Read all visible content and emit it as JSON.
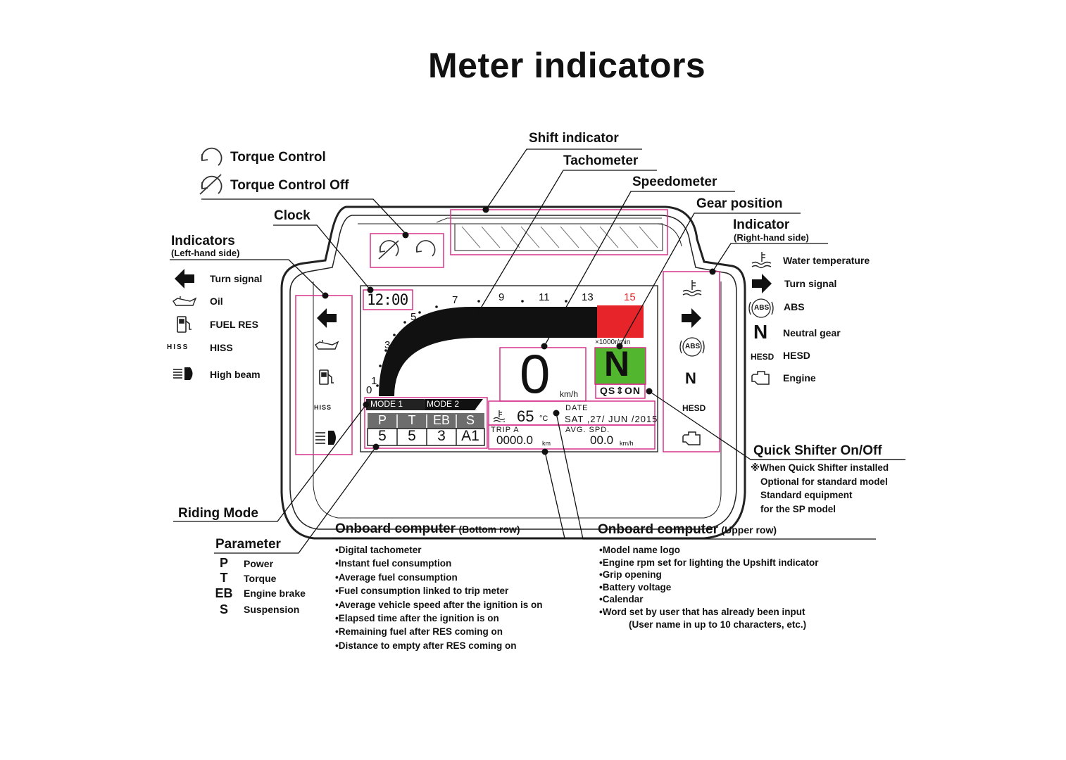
{
  "title": "Meter indicators",
  "labels": {
    "shift_indicator": "Shift indicator",
    "tachometer": "Tachometer",
    "speedometer": "Speedometer",
    "gear_position": "Gear position",
    "indicator_right": "Indicator",
    "indicator_right_sub": "(Right-hand side)",
    "torque_control": "Torque Control",
    "torque_control_off": "Torque Control Off",
    "clock": "Clock",
    "indicators_left": "Indicators",
    "indicators_left_sub": "(Left-hand side)",
    "riding_mode": "Riding Mode",
    "parameter": "Parameter",
    "quick_shifter": "Quick Shifter On/Off",
    "onboard_bottom": "Onboard computer",
    "onboard_bottom_sub": "(Bottom row)",
    "onboard_upper": "Onboard computer",
    "onboard_upper_sub": "(Upper row)"
  },
  "left_indicators": [
    {
      "icon": "arrow-left-icon",
      "label": "Turn signal"
    },
    {
      "icon": "oil-can-icon",
      "label": "Oil"
    },
    {
      "icon": "fuel-pump-icon",
      "label": "FUEL RES"
    },
    {
      "icon": "hiss-text-icon",
      "icon_text": "HISS",
      "label": "HISS"
    },
    {
      "icon": "high-beam-icon",
      "label": "High beam"
    }
  ],
  "right_indicators": [
    {
      "icon": "water-temperature-icon",
      "label": "Water temperature"
    },
    {
      "icon": "arrow-right-icon",
      "label": "Turn signal"
    },
    {
      "icon": "abs-icon",
      "icon_text": "ABS",
      "label": "ABS"
    },
    {
      "icon": "neutral-n-icon",
      "icon_text": "N",
      "label": "Neutral gear"
    },
    {
      "icon": "hesd-text-icon",
      "icon_text": "HESD",
      "label": "HESD"
    },
    {
      "icon": "engine-icon",
      "label": "Engine"
    }
  ],
  "parameters": [
    {
      "key": "P",
      "label": "Power"
    },
    {
      "key": "T",
      "label": "Torque"
    },
    {
      "key": "EB",
      "label": "Engine brake"
    },
    {
      "key": "S",
      "label": "Suspension"
    }
  ],
  "quick_shifter_note": [
    "※When Quick Shifter installed",
    "Optional for standard model",
    "Standard equipment",
    "for the SP model"
  ],
  "onboard_bottom_items": [
    "•Digital tachometer",
    "•Instant fuel consumption",
    "•Average fuel consumption",
    "•Fuel consumption linked to trip meter",
    "•Average vehicle speed after the ignition is on",
    "•Elapsed time after the ignition is on",
    "•Remaining fuel after RES coming on",
    "•Distance to empty after RES coming on"
  ],
  "onboard_upper_items": [
    "•Model name logo",
    "•Engine rpm set for lighting the Upshift indicator",
    "•Grip opening",
    "•Battery voltage",
    "•Calendar",
    "•Word set by user that has already been input"
  ],
  "onboard_upper_extra": "(User name in up to 10 characters, etc.)",
  "meter": {
    "clock": "12:00",
    "tach_ticks": [
      "0",
      "1",
      "3",
      "5",
      "7",
      "9",
      "11",
      "13",
      "15"
    ],
    "rpm_unit": "×1000r/min",
    "speed": "0",
    "speed_unit": "km/h",
    "gear": "N",
    "qs": "QS⇕ON",
    "modes": [
      "MODE 1",
      "MODE 2"
    ],
    "param_keys": [
      "P",
      "T",
      "EB",
      "S"
    ],
    "param_values": [
      "5",
      "5",
      "3",
      "A1"
    ],
    "temp_value": "65",
    "temp_unit": "°C",
    "date_label": "DATE",
    "date_value": "SAT ,27/ JUN /2015",
    "trip_label": "TRIP A",
    "trip_value": "0000.0",
    "trip_unit": "km",
    "avg_label": "AVG. SPD.",
    "avg_value": "00.0",
    "avg_unit": "km/h",
    "panel_hiss": "HISS",
    "panel_abs": "ABS",
    "panel_n": "N",
    "panel_hesd": "HESD"
  },
  "colors": {
    "highlight": "#d6338a",
    "redzone": "#e8242b",
    "gear_green": "#52b72f",
    "lcd_gray": "#6d6d6d",
    "text": "#111111"
  }
}
